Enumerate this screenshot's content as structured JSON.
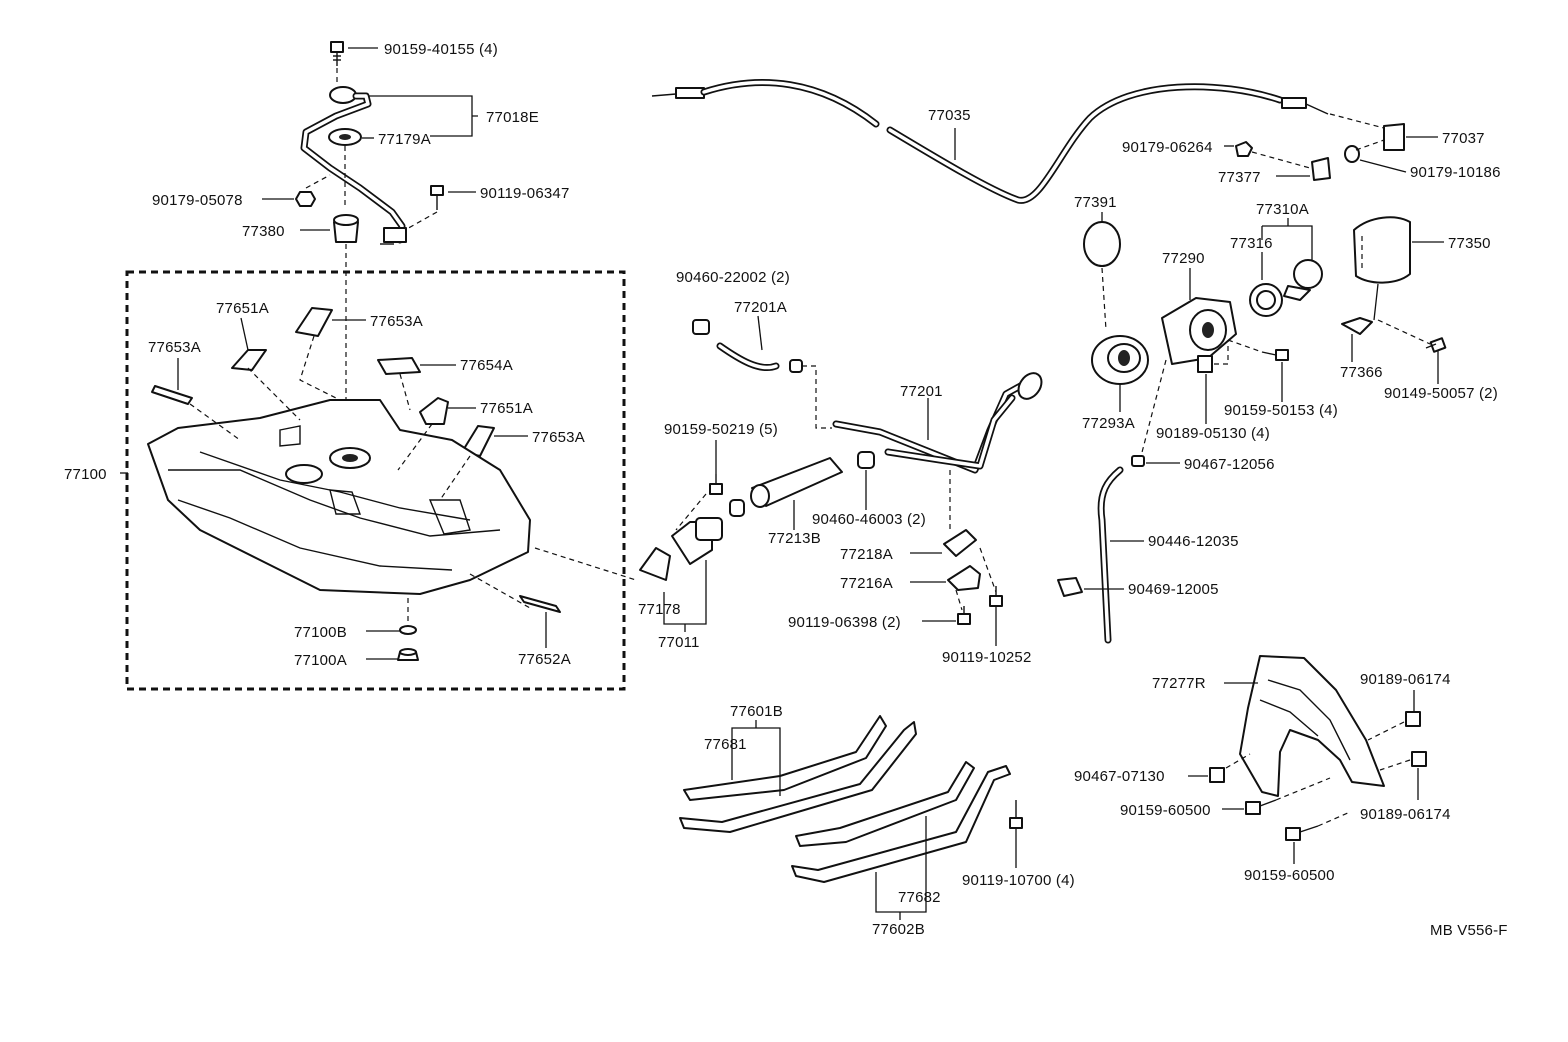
{
  "diagram": {
    "code": "MB V556-F",
    "labels": {
      "p_90159_40155": "90159-40155 (4)",
      "p_77018E": "77018E",
      "p_77179A": "77179A",
      "p_90179_05078": "90179-05078",
      "p_90119_06347": "90119-06347",
      "p_77380": "77380",
      "p_77651A_top": "77651A",
      "p_77653A_top": "77653A",
      "p_77653A_left": "77653A",
      "p_77654A": "77654A",
      "p_77651A_mid": "77651A",
      "p_77653A_mid": "77653A",
      "p_77100": "77100",
      "p_77100B": "77100B",
      "p_77100A": "77100A",
      "p_77652A": "77652A",
      "p_77035": "77035",
      "p_77037": "77037",
      "p_90179_06264": "90179-06264",
      "p_77377": "77377",
      "p_90179_10186": "90179-10186",
      "p_77391": "77391",
      "p_77310A": "77310A",
      "p_77316": "77316",
      "p_77290": "77290",
      "p_77350": "77350",
      "p_77366": "77366",
      "p_90149_50057": "90149-50057 (2)",
      "p_77293A": "77293A",
      "p_90159_50153": "90159-50153 (4)",
      "p_90189_05130": "90189-05130 (4)",
      "p_90467_12056": "90467-12056",
      "p_90446_12035": "90446-12035",
      "p_90469_12005": "90469-12005",
      "p_90460_22002": "90460-22002 (2)",
      "p_77201A": "77201A",
      "p_77201": "77201",
      "p_90159_50219": "90159-50219 (5)",
      "p_90460_46003": "90460-46003 (2)",
      "p_77213B": "77213B",
      "p_77218A": "77218A",
      "p_77216A": "77216A",
      "p_90119_06398": "90119-06398 (2)",
      "p_90119_10252": "90119-10252",
      "p_77178": "77178",
      "p_77011": "77011",
      "p_77277R": "77277R",
      "p_90189_06174_top": "90189-06174",
      "p_90467_07130": "90467-07130",
      "p_90159_60500_left": "90159-60500",
      "p_90189_06174_bot": "90189-06174",
      "p_90159_60500_bot": "90159-60500",
      "p_77601B": "77601B",
      "p_77681": "77681",
      "p_77682": "77682",
      "p_77602B": "77602B",
      "p_90119_10700": "90119-10700 (4)"
    }
  }
}
